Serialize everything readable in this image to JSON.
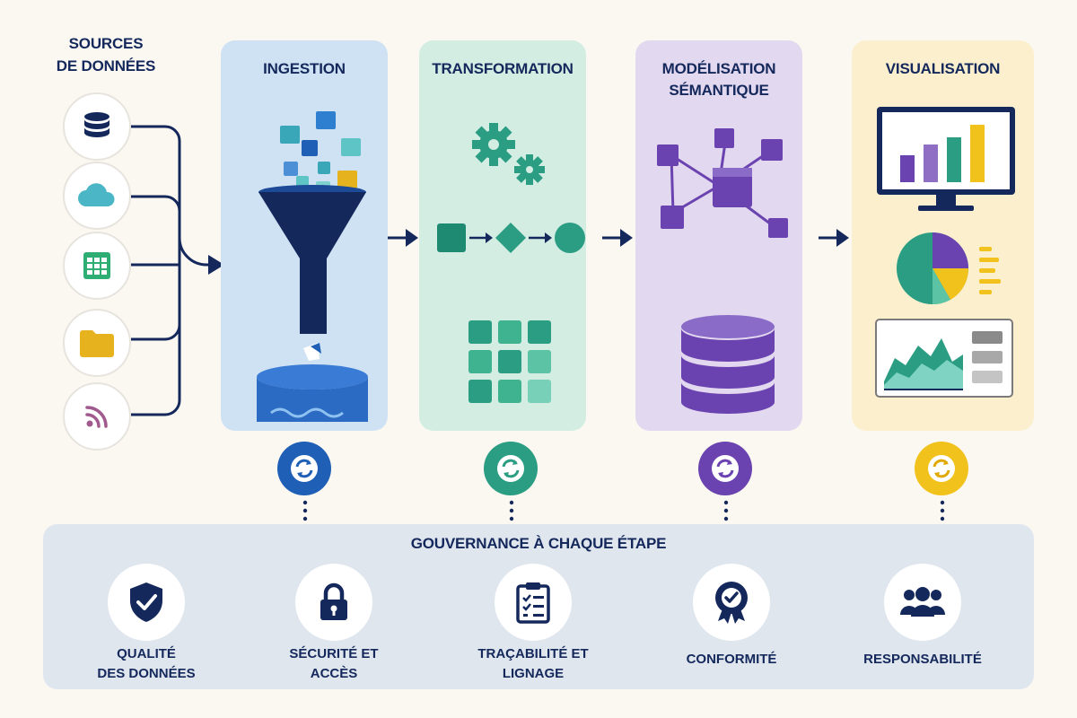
{
  "sources": {
    "title_line1": "SOURCES",
    "title_line2": "DE DONNÉES",
    "icons": [
      "database-icon",
      "cloud-icon",
      "spreadsheet-icon",
      "folder-icon",
      "rss-feed-icon"
    ]
  },
  "stages": [
    {
      "title": "INGESTION",
      "bg": "#cfe2f4",
      "accent": "#1f5fb5"
    },
    {
      "title": "TRANSFORMATION",
      "bg": "#d3ede3",
      "accent": "#2a9d83"
    },
    {
      "title_line1": "MODÉLISATION",
      "title_line2": "SÉMANTIQUE",
      "bg": "#e2d8ef",
      "accent": "#6b43b0"
    },
    {
      "title": "VISUALISATION",
      "bg": "#fbefcd",
      "accent": "#f2c21c"
    }
  ],
  "governance": {
    "title": "GOUVERNANCE À CHAQUE ÉTAPE",
    "items": [
      {
        "line1": "QUALITÉ",
        "line2": "DES DONNÉES",
        "icon": "shield-check-icon"
      },
      {
        "line1": "SÉCURITÉ ET",
        "line2": "ACCÈS",
        "icon": "lock-icon"
      },
      {
        "line1": "TRAÇABILITÉ ET",
        "line2": "LIGNAGE",
        "icon": "clipboard-checklist-icon"
      },
      {
        "line1": "CONFORMITÉ",
        "line2": "",
        "icon": "badge-check-icon"
      },
      {
        "line1": "RESPONSABILITÉ",
        "line2": "",
        "icon": "people-group-icon"
      }
    ]
  },
  "colors": {
    "navy": "#14285c",
    "blue": "#1f5fb5",
    "teal": "#2a9d83",
    "purple": "#6b43b0",
    "yellow": "#f2c21c"
  }
}
